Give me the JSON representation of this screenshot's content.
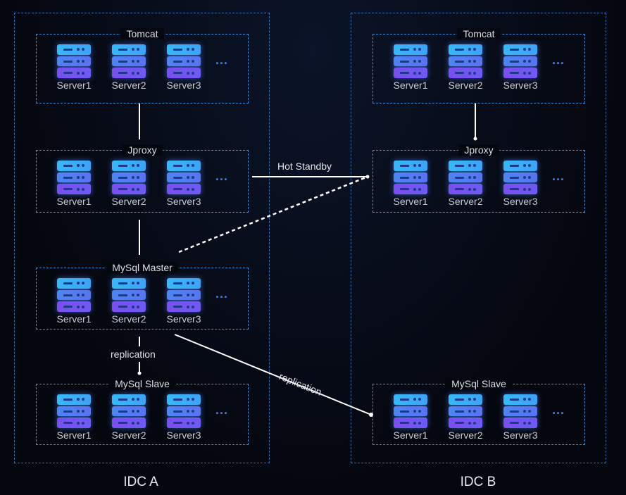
{
  "idcs": [
    {
      "name": "IDC A",
      "groups": [
        {
          "title": "Tomcat",
          "servers": [
            "Server1",
            "Server2",
            "Server3"
          ],
          "more": "..."
        },
        {
          "title": "Jproxy",
          "servers": [
            "Server1",
            "Server2",
            "Server3"
          ],
          "more": "..."
        },
        {
          "title": "MySql Master",
          "servers": [
            "Server1",
            "Server2",
            "Server3"
          ],
          "more": "..."
        },
        {
          "title": "MySql Slave",
          "servers": [
            "Server1",
            "Server2",
            "Server3"
          ],
          "more": "..."
        }
      ]
    },
    {
      "name": "IDC B",
      "groups": [
        {
          "title": "Tomcat",
          "servers": [
            "Server1",
            "Server2",
            "Server3"
          ],
          "more": "..."
        },
        {
          "title": "Jproxy",
          "servers": [
            "Server1",
            "Server2",
            "Server3"
          ],
          "more": "..."
        },
        {
          "title": "MySql Slave",
          "servers": [
            "Server1",
            "Server2",
            "Server3"
          ],
          "more": "..."
        }
      ]
    }
  ],
  "connections": {
    "hot_standby": "Hot Standby",
    "replication_local": "replication",
    "replication_cross": "replication"
  },
  "icons": {
    "server": "server-rack-icon",
    "more": "ellipsis-icon"
  },
  "colors": {
    "background": "#05070f",
    "border": "#3a8fd8",
    "server_top": "#38b8f6",
    "server_mid": "#4d86f2",
    "server_bottom": "#7a4ff0"
  }
}
